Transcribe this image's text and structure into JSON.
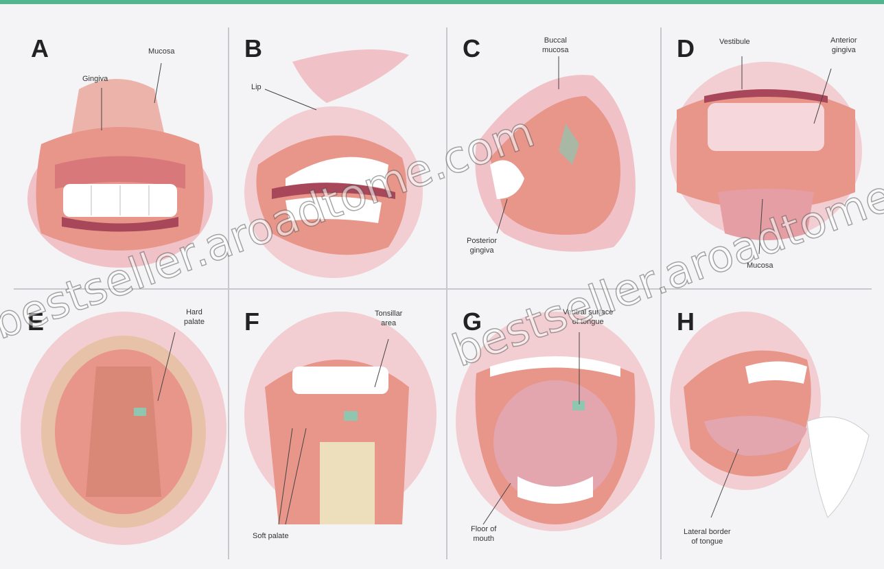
{
  "panels": [
    {
      "letter": "A",
      "labels": [
        "Gingiva",
        "Mucosa"
      ]
    },
    {
      "letter": "B",
      "labels": [
        "Lip"
      ]
    },
    {
      "letter": "C",
      "labels": [
        "Buccal",
        "mucosa",
        "Posterior",
        "gingiva"
      ]
    },
    {
      "letter": "D",
      "labels": [
        "Vestibule",
        "Anterior",
        "gingiva",
        "Mucosa"
      ]
    },
    {
      "letter": "E",
      "labels": [
        "Hard",
        "palate"
      ]
    },
    {
      "letter": "F",
      "labels": [
        "Tonsillar",
        "area",
        "Soft palate"
      ]
    },
    {
      "letter": "G",
      "labels": [
        "Ventral surface",
        "of tongue",
        "Floor of",
        "mouth"
      ]
    },
    {
      "letter": "H",
      "labels": [
        "Lateral border",
        "of tongue"
      ]
    }
  ],
  "watermark": "bestseller.aroadtome.com",
  "colors": {
    "accent_bar": "#52b58f",
    "tissue": "#e8958a",
    "tooth": "#ffffff",
    "lip": "#c8646a"
  }
}
